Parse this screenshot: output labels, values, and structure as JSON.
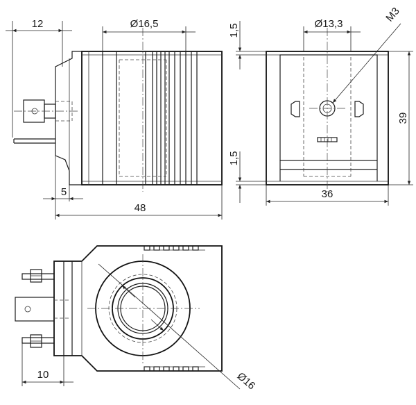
{
  "labels": {
    "dim_12": "12",
    "dim_16_5": "Ø16,5",
    "dim_1_5_top": "1,5",
    "dim_13_3": "Ø13,3",
    "dim_m3": "M3",
    "dim_39": "39",
    "dim_1_5_bottom": "1,5",
    "dim_5": "5",
    "dim_48": "48",
    "dim_36": "36",
    "dim_10": "10",
    "dim_16": "Ø16"
  }
}
